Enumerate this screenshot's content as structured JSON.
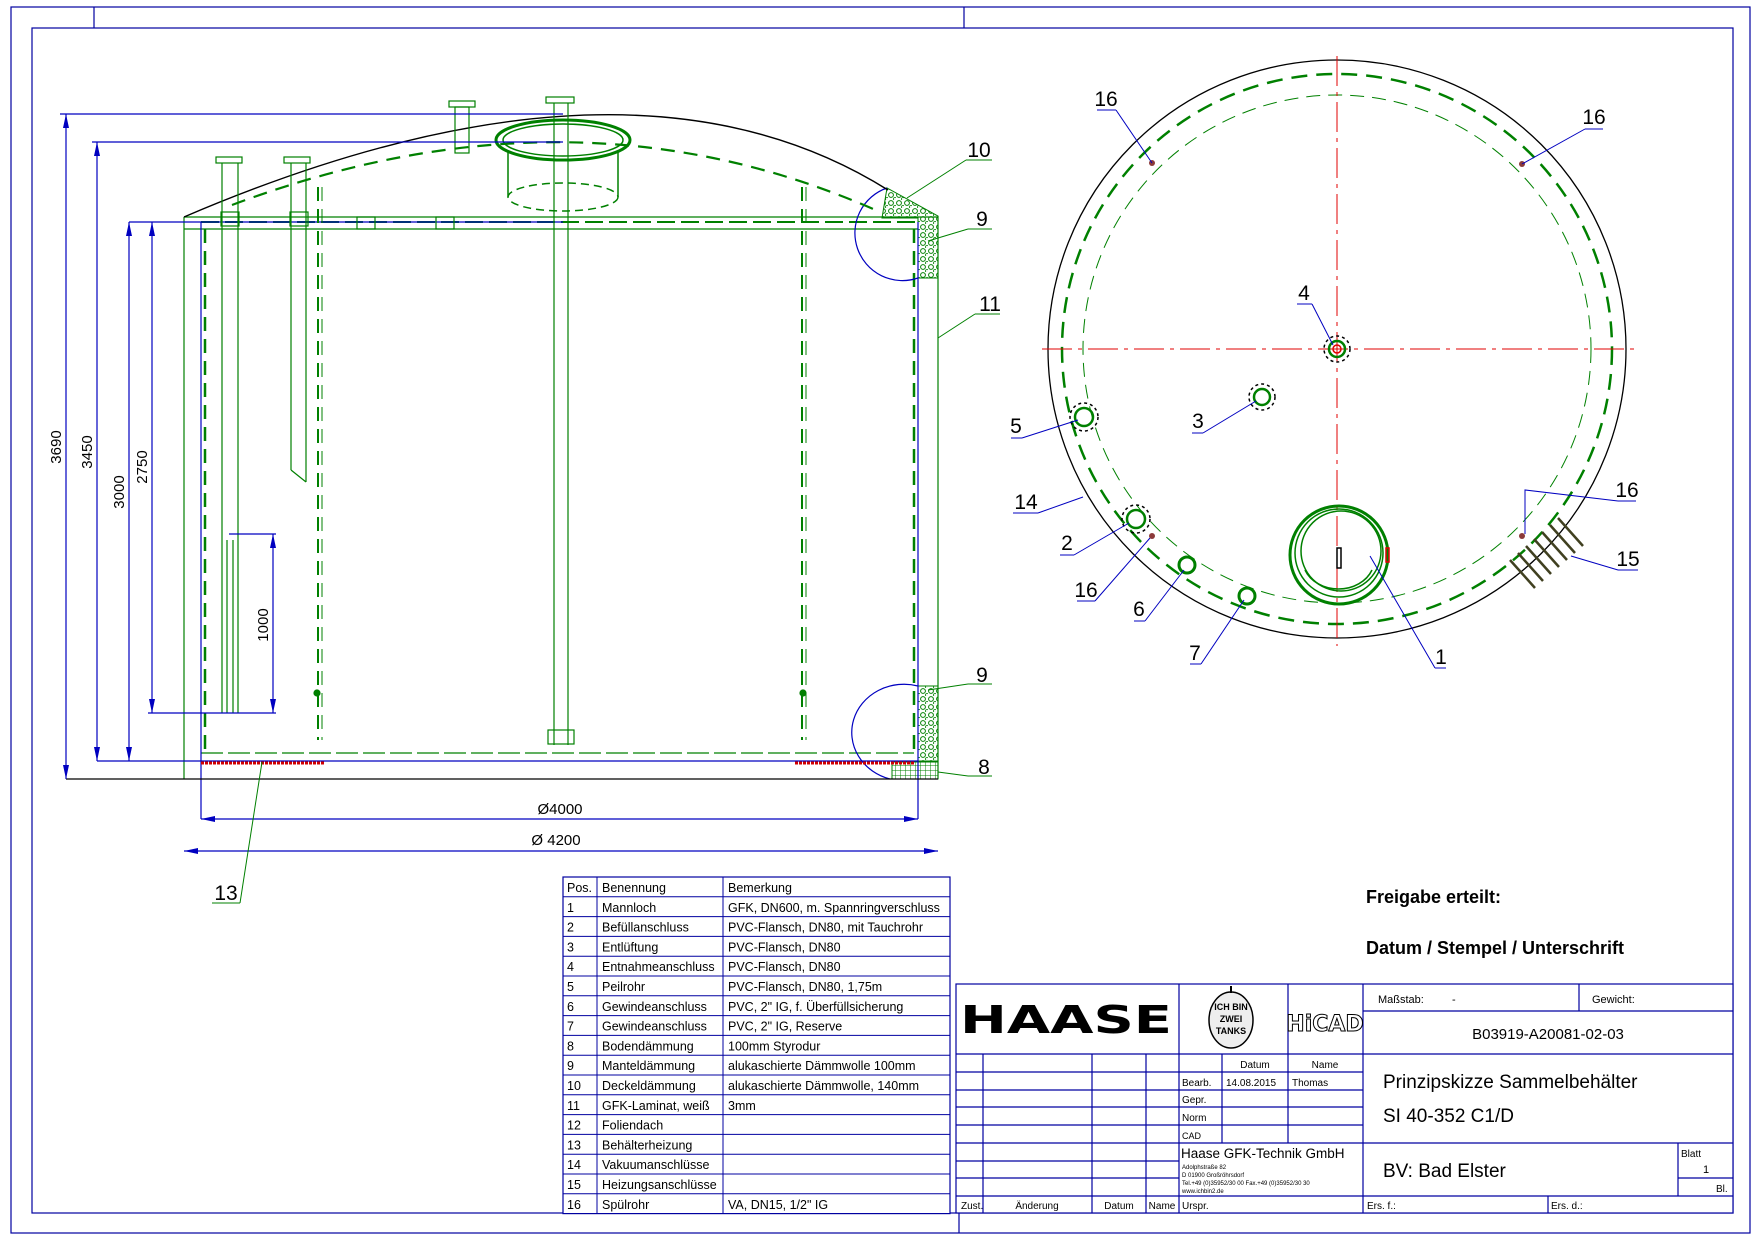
{
  "colors": {
    "drawing": "#008000",
    "dimension": "#0000c0",
    "centerline": "#e00000",
    "heating": "#d00000",
    "frame": "#0000a0"
  },
  "approval": {
    "line1": "Freigabe erteilt:",
    "line2": "Datum /  Stempel /  Unterschrift"
  },
  "dimensions": {
    "h_total": "3690",
    "h_3450": "3450",
    "h_3000": "3000",
    "h_2750": "2750",
    "h_1000": "1000",
    "d_inner": "Ø4000",
    "d_outer": "Ø 4200"
  },
  "side_balloons": [
    "10",
    "9",
    "11",
    "9",
    "8",
    "13"
  ],
  "plan_balloons": [
    "16",
    "16",
    "4",
    "3",
    "5",
    "14",
    "2",
    "16",
    "6",
    "7",
    "1",
    "16",
    "15"
  ],
  "parts_table": {
    "headers": [
      "Pos.",
      "Benennung",
      "Bemerkung"
    ],
    "rows": [
      [
        "1",
        "Mannloch",
        "GFK, DN600, m. Spannringverschluss"
      ],
      [
        "2",
        "Befüllanschluss",
        "PVC-Flansch, DN80, mit Tauchrohr"
      ],
      [
        "3",
        "Entlüftung",
        "PVC-Flansch, DN80"
      ],
      [
        "4",
        "Entnahmeanschluss",
        "PVC-Flansch, DN80"
      ],
      [
        "5",
        "Peilrohr",
        "PVC-Flansch, DN80, 1,75m"
      ],
      [
        "6",
        "Gewindeanschluss",
        "PVC, 2\" IG, f. Überfüllsicherung"
      ],
      [
        "7",
        "Gewindeanschluss",
        "PVC, 2\" IG, Reserve"
      ],
      [
        "8",
        "Bodendämmung",
        "100mm Styrodur"
      ],
      [
        "9",
        "Manteldämmung",
        "alukaschierte Dämmwolle 100mm"
      ],
      [
        "10",
        "Deckeldämmung",
        "alukaschierte Dämmwolle, 140mm"
      ],
      [
        "11",
        "GFK-Laminat, weiß",
        "3mm"
      ],
      [
        "12",
        "Foliendach",
        ""
      ],
      [
        "13",
        "Behälterheizung",
        ""
      ],
      [
        "14",
        "Vakuumanschlüsse",
        ""
      ],
      [
        "15",
        "Heizungsanschlüsse",
        ""
      ],
      [
        "16",
        "Spülrohr",
        "VA, DN15, 1/2\" IG"
      ]
    ]
  },
  "logos": {
    "haase": "HAASE",
    "tanks": [
      "ICH BIN",
      "ZWEI",
      "TANKS"
    ],
    "hicad": "HiCAD"
  },
  "title_block": {
    "massstab_label": "Maßstab:",
    "massstab_value": "-",
    "gewicht_label": "Gewicht:",
    "drawing_number": "B03919-A20081-02-03",
    "datum_header": "Datum",
    "name_header": "Name",
    "bearb_label": "Bearb.",
    "bearb_date": "14.08.2015",
    "bearb_name": "Thomas",
    "gepr_label": "Gepr.",
    "norm_label": "Norm",
    "cad_label": "CAD",
    "company": "Haase GFK-Technik GmbH",
    "address": [
      "Adolphstraße 82",
      "D 01900 Großröhrsdorf",
      "Tel.+49 (0)35952/30 00   Fax.+49 (0)35952/30 30",
      "www.ichbin2.de"
    ],
    "title_line1": "Prinzipskizze Sammelbehälter",
    "title_line2": "SI 40-352 C1/D",
    "project": "BV: Bad Elster",
    "blatt_label": "Blatt",
    "blatt_value": "1",
    "bl_label": "Bl.",
    "rev_headers": [
      "Zust.",
      "Änderung",
      "Datum",
      "Name"
    ],
    "urspr_label": "Urspr.",
    "ers_f_label": "Ers. f.:",
    "ers_d_label": "Ers. d.:"
  }
}
